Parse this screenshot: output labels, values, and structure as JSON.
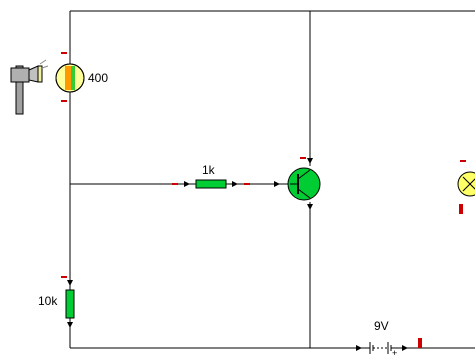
{
  "components": {
    "ldr": {
      "value_label": "400"
    },
    "resistor_base": {
      "value_label": "1k"
    },
    "resistor_bottom": {
      "value_label": "10k"
    },
    "battery": {
      "value_label": "9V",
      "plus_sign": "+"
    }
  },
  "colors": {
    "wire": "#000000",
    "resistor_fill": "#00cc33",
    "transistor_fill": "#00cc33",
    "lamp_fill": "#ffff66",
    "ldr_fill": "#ffff99",
    "polarity_marker": "#cc0000",
    "torch_body": "#a0a0a0"
  },
  "icons": {
    "torch": "torch-icon",
    "ldr": "ldr-icon",
    "transistor": "npn-transistor-icon",
    "lamp": "lamp-icon",
    "battery": "battery-icon"
  }
}
